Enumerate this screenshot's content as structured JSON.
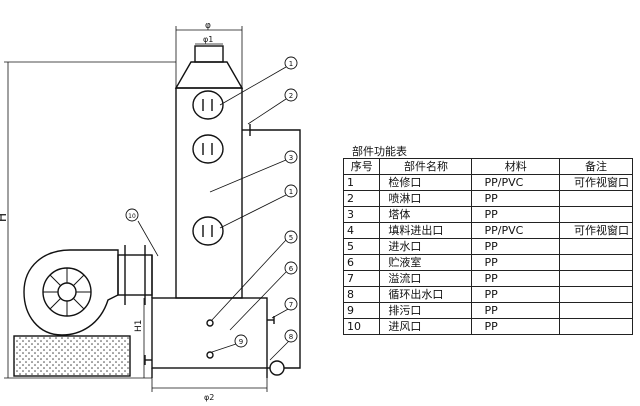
{
  "drawing": {
    "dims": {
      "top_phi": "φ",
      "top_phi1": "φ1",
      "bottom_phi2": "φ2",
      "height_h": "H",
      "height_h1": "H1"
    },
    "callouts": [
      "1",
      "2",
      "3",
      "1",
      "5",
      "6",
      "7",
      "8",
      "9",
      "10"
    ]
  },
  "table": {
    "caption": "部件功能表",
    "headers": [
      "序号",
      "部件名称",
      "材料",
      "备注"
    ],
    "rows": [
      [
        "1",
        "检修口",
        "PP/PVC",
        "可作视窗口"
      ],
      [
        "2",
        "喷淋口",
        "PP",
        ""
      ],
      [
        "3",
        "塔体",
        "PP",
        ""
      ],
      [
        "4",
        "填料进出口",
        "PP/PVC",
        "可作视窗口"
      ],
      [
        "5",
        "进水口",
        "PP",
        ""
      ],
      [
        "6",
        "贮液室",
        "PP",
        ""
      ],
      [
        "7",
        "溢流口",
        "PP",
        ""
      ],
      [
        "8",
        "循环出水口",
        "PP",
        ""
      ],
      [
        "9",
        "排污口",
        "PP",
        ""
      ],
      [
        "10",
        "进风口",
        "PP",
        ""
      ]
    ]
  }
}
